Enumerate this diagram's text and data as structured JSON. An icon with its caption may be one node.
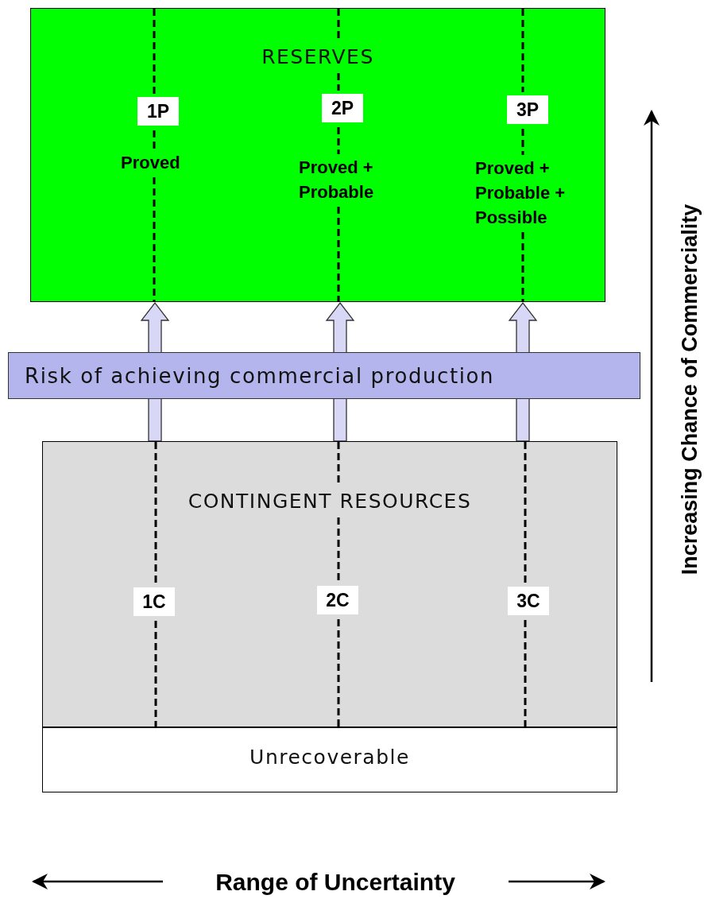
{
  "diagram": {
    "nodes": [
      {
        "text": [
          "RESERVES"
        ]
      },
      {
        "text": [
          "1P"
        ],
        "in": 0,
        "beside": [
          "Proved"
        ]
      },
      {
        "text": [
          "2P"
        ],
        "in": 0,
        "beside": [
          "Proved + Probable"
        ]
      },
      {
        "text": [
          "3P"
        ],
        "in": 0,
        "beside": [
          "Proved + Probable + Possible"
        ]
      },
      {
        "text": [
          "Risk of achieving commercial production"
        ]
      },
      {
        "text": [
          "CONTINGENT RESOURCES"
        ]
      },
      {
        "text": [
          "1C"
        ],
        "in": 5
      },
      {
        "text": [
          "2C"
        ],
        "in": 5
      },
      {
        "text": [
          "3C"
        ],
        "in": 5
      },
      {
        "text": [
          "Unrecoverable"
        ]
      }
    ],
    "edges": [
      {
        "from": 5,
        "to": 0,
        "arrow": "to"
      },
      {
        "from": 5,
        "to": 0,
        "arrow": "to"
      },
      {
        "from": 5,
        "to": 0,
        "arrow": "to"
      }
    ],
    "labels": [
      "Increasing Chance of Commerciality",
      "Range of Uncertainty"
    ]
  }
}
